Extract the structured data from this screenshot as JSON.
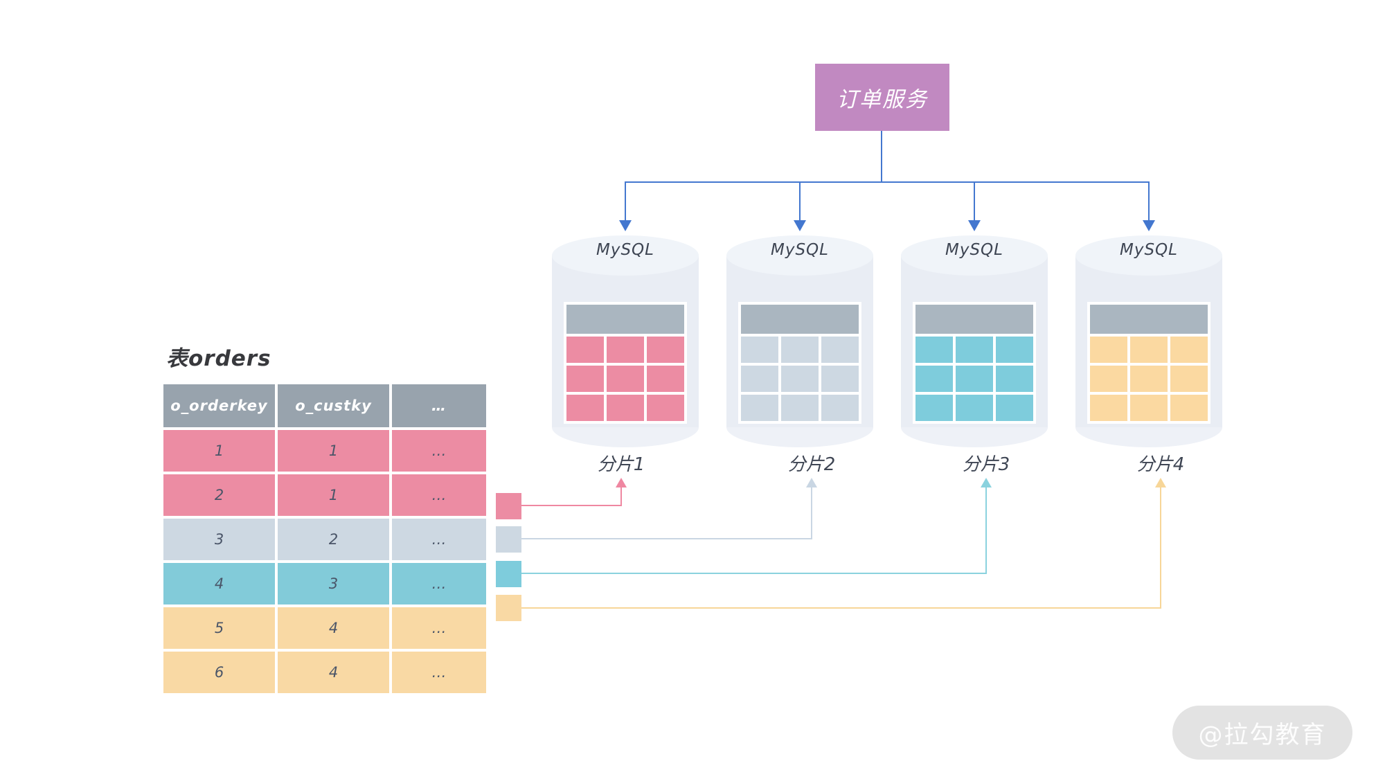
{
  "service": {
    "label": "订单服务"
  },
  "shards": [
    {
      "db_label": "MySQL",
      "shard_label": "分片1",
      "color": "#ec8ca3"
    },
    {
      "db_label": "MySQL",
      "shard_label": "分片2",
      "color": "#cdd8e2"
    },
    {
      "db_label": "MySQL",
      "shard_label": "分片3",
      "color": "#7eccdc"
    },
    {
      "db_label": "MySQL",
      "shard_label": "分片4",
      "color": "#fbd9a1"
    }
  ],
  "orders_table": {
    "title": "表orders",
    "columns": [
      "o_orderkey",
      "o_custky",
      "…"
    ],
    "rows": [
      [
        "1",
        "1",
        "…"
      ],
      [
        "2",
        "1",
        "…"
      ],
      [
        "3",
        "2",
        "…"
      ],
      [
        "4",
        "3",
        "…"
      ],
      [
        "5",
        "4",
        "…"
      ],
      [
        "6",
        "4",
        "…"
      ]
    ],
    "row_shard": [
      1,
      1,
      2,
      3,
      4,
      4
    ]
  },
  "watermark": {
    "label": "@拉勾教育"
  },
  "colors": {
    "pink": "#ec8ca3",
    "blue_grey": "#cdd8e2",
    "cyan": "#7eccdc",
    "yellow": "#fbd9a1",
    "table_header_grey": "#98a3ad",
    "mini_table_header_grey": "#aab6c0",
    "cylinder_body": "#e9edf4",
    "cylinder_cap": "#f0f4f9",
    "service_purple": "#c189c1",
    "connector_blue": "#4377cf"
  }
}
